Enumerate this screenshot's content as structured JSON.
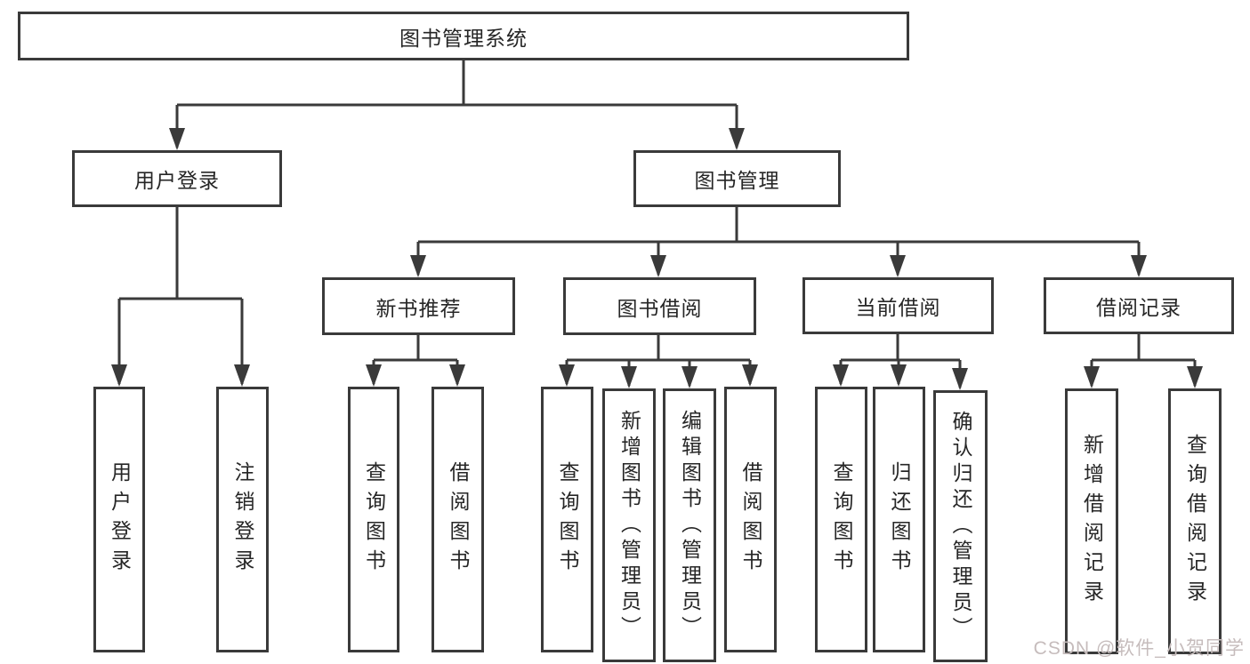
{
  "diagram": {
    "tree": {
      "root": {
        "label": "图书管理系统"
      },
      "children": [
        {
          "label": "用户登录",
          "children": [
            {
              "label": "用户登录"
            },
            {
              "label": "注销登录"
            }
          ]
        },
        {
          "label": "图书管理",
          "children": [
            {
              "label": "新书推荐",
              "children": [
                {
                  "label": "查询图书"
                },
                {
                  "label": "借阅图书"
                }
              ]
            },
            {
              "label": "图书借阅",
              "children": [
                {
                  "label": "查询图书"
                },
                {
                  "label": "新增图书（管理员）"
                },
                {
                  "label": "编辑图书（管理员）"
                },
                {
                  "label": "借阅图书"
                }
              ]
            },
            {
              "label": "当前借阅",
              "children": [
                {
                  "label": "查询图书"
                },
                {
                  "label": "归还图书"
                },
                {
                  "label": "确认归还（管理员）"
                }
              ]
            },
            {
              "label": "借阅记录",
              "children": [
                {
                  "label": "新增借阅记录"
                },
                {
                  "label": "查询借阅记录"
                }
              ]
            }
          ]
        }
      ]
    },
    "colors": {
      "line": "#3a3a3a",
      "box_border": "#3a3a3a",
      "box_fill": "#ffffff",
      "text": "#262626",
      "background": "#ffffff",
      "watermark_text": "#c6bcbc"
    }
  },
  "watermark": {
    "text": "CSDN @软件_小贺同学"
  }
}
